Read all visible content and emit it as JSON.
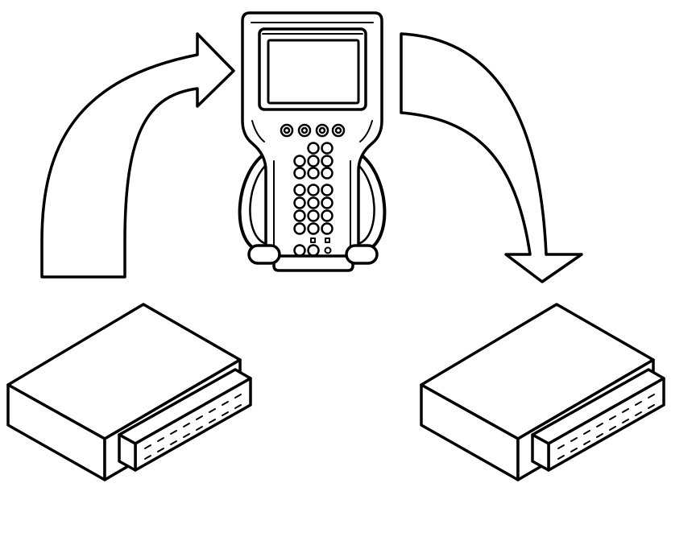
{
  "diagram": {
    "components": [
      {
        "id": "source-module",
        "kind": "electronic-control-module",
        "icon": "ecm-module-icon"
      },
      {
        "id": "scan-tool",
        "kind": "handheld-diagnostic-scan-tool",
        "icon": "scan-tool-icon"
      },
      {
        "id": "target-module",
        "kind": "electronic-control-module",
        "icon": "ecm-module-icon"
      }
    ],
    "flows": [
      {
        "from": "source-module",
        "to": "scan-tool",
        "icon": "curved-arrow-up-right-icon"
      },
      {
        "from": "scan-tool",
        "to": "target-module",
        "icon": "curved-arrow-down-right-icon"
      }
    ],
    "colors": {
      "stroke": "#000000",
      "fill": "#ffffff"
    }
  }
}
